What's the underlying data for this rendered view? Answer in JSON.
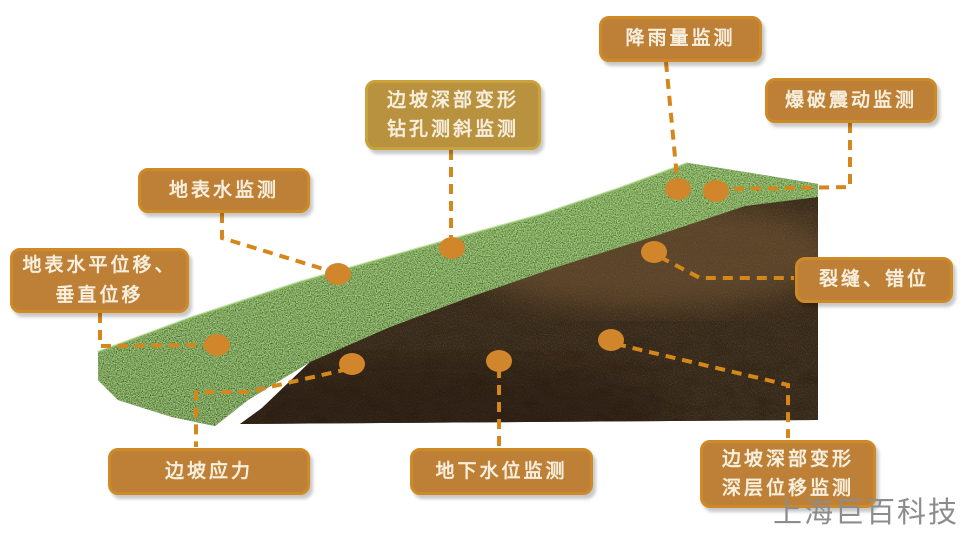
{
  "labels": [
    {
      "name": "rainfall-monitoring",
      "text": "降雨量监测"
    },
    {
      "name": "blast-vibration-monitoring",
      "text": "爆破震动监测"
    },
    {
      "name": "borehole-inclinometer-monitoring",
      "text": "边坡深部变形\n钻孔测斜监测"
    },
    {
      "name": "surface-water-monitoring",
      "text": "地表水监测"
    },
    {
      "name": "surface-displacement-monitoring",
      "text": "地表水平位移、\n垂直位移"
    },
    {
      "name": "crack-dislocation-monitoring",
      "text": "裂缝、错位"
    },
    {
      "name": "slope-stress-monitoring",
      "text": "边坡应力"
    },
    {
      "name": "groundwater-level-monitoring",
      "text": "地下水位监测"
    },
    {
      "name": "deep-displacement-monitoring",
      "text": "边坡深部变形\n深层位移监测"
    }
  ],
  "watermark": {
    "text": "上海巨百科技"
  },
  "colors": {
    "label_fill": "#bd8036",
    "label_border": "#cd8a27",
    "label_alt_fill": "#b8923f",
    "label_text": "#f7eedd",
    "connector_line": "#d6871c",
    "monitor_dot": "#d2862b",
    "grass": "#3f7b28",
    "soil": "#5f4529",
    "watermark_text": "#8c8c8c"
  }
}
